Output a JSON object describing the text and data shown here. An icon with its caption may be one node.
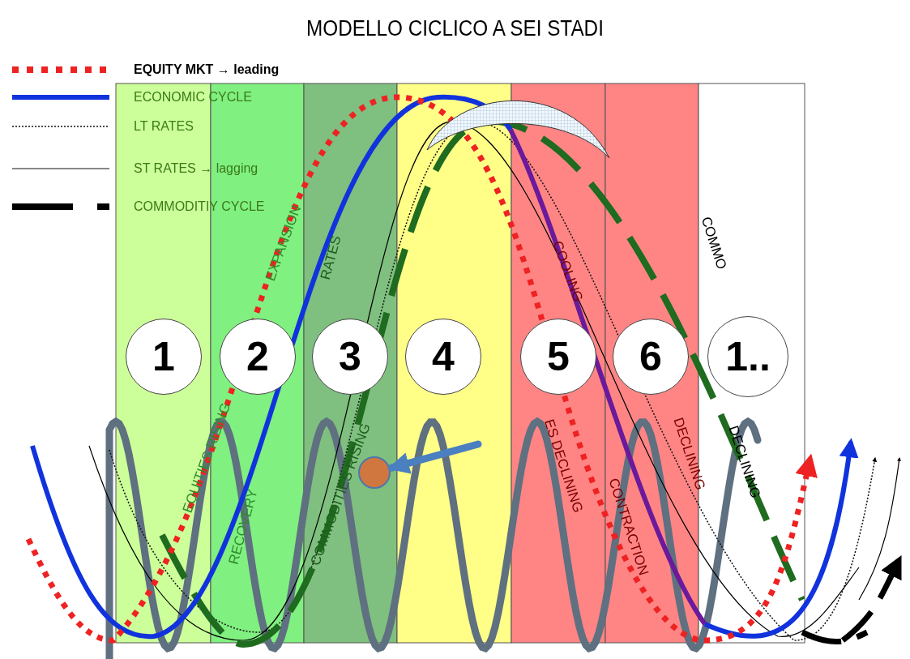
{
  "diagram": {
    "title": "MODELLO CICLICO A SEI STADI",
    "nodes": [
      {
        "text": [
          "1"
        ]
      },
      {
        "text": [
          "2"
        ]
      },
      {
        "text": [
          "3"
        ]
      },
      {
        "text": [
          "4"
        ]
      },
      {
        "text": [
          "5"
        ]
      },
      {
        "text": [
          "6"
        ]
      },
      {
        "text": [
          "1.."
        ]
      },
      {
        "text": [],
        "shape": "circle"
      }
    ],
    "edges": [
      {
        "from": null,
        "to": 7,
        "arrow": "to"
      }
    ],
    "labels": [
      "EQUITIES RISING",
      "RECOVERY",
      "EXPANSION",
      "RATES",
      "COMMODITIES RISING",
      "COOLING",
      "ES DECLINING",
      "CONTRACTION",
      "DECLINING",
      "COMMO",
      "DECLINING"
    ],
    "legend": [
      {
        "text": "EQUITY MKT → leading"
      },
      {
        "text": "ECONOMIC CYCLE"
      },
      {
        "text": "LT RATES"
      },
      {
        "text": "ST RATES → lagging"
      },
      {
        "text": "COMMODITIY CYCLE"
      }
    ]
  }
}
